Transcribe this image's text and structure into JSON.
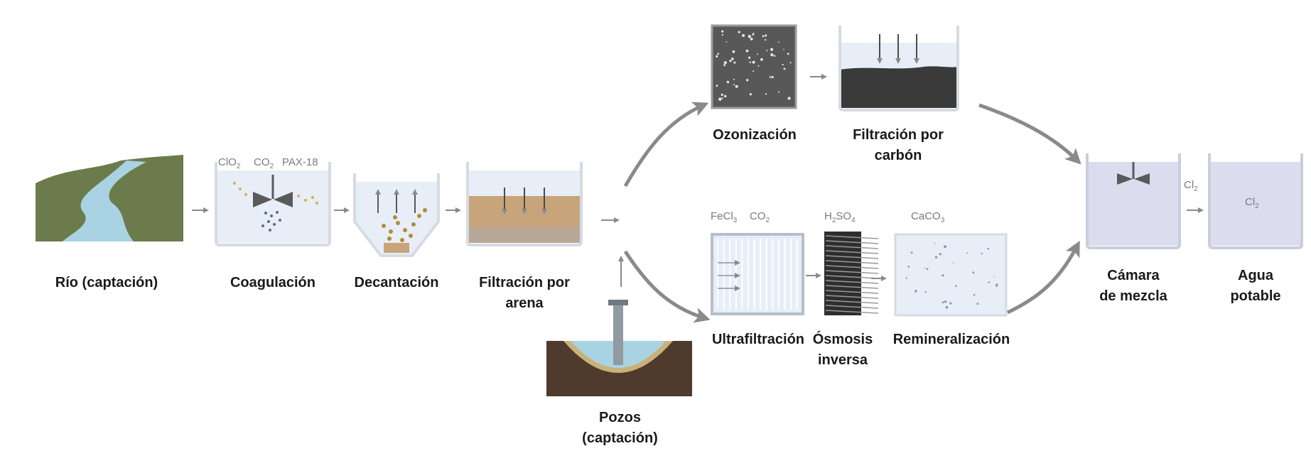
{
  "colors": {
    "arrow": "#8a8a8a",
    "water": "#dfe6f3",
    "tank_border": "#d6dbe2",
    "river_land": "#6b7b4b",
    "river_water": "#a9d3e2",
    "sand": "#c8a47a",
    "carbon": "#3a3a3a",
    "ozone": "#5a5a5a",
    "mix_tank": "#dcdcef",
    "soil": "#4f3a2e"
  },
  "stages": {
    "rio": "Río (captación)",
    "coagulacion": "Coagulación",
    "decantacion": "Decantación",
    "filtracion_arena_1": "Filtración por",
    "filtracion_arena_2": "arena",
    "pozos_1": "Pozos",
    "pozos_2": "(captación)",
    "ozonizacion": "Ozonización",
    "filtracion_carbon_1": "Filtración por",
    "filtracion_carbon_2": "carbón",
    "ultrafiltracion": "Ultrafiltración",
    "osmosis_1": "Ósmosis",
    "osmosis_2": "inversa",
    "remineralizacion": "Remineralización",
    "camara_1": "Cámara",
    "camara_2": "de mezcla",
    "agua_1": "Agua",
    "agua_2": "potable"
  },
  "chemicals": {
    "clo2_base": "ClO",
    "clo2_sub": "2",
    "co2_base": "CO",
    "co2_sub": "2",
    "pax": "PAX-18",
    "fecl3_base": "FeCl",
    "fecl3_sub": "3",
    "co2b_base": "CO",
    "co2b_sub": "2",
    "h2so4_a": "H",
    "h2so4_sub1": "2",
    "h2so4_b": "SO",
    "h2so4_sub2": "4",
    "caco3_base": "CaCO",
    "caco3_sub": "3",
    "cl2_arrow_base": "Cl",
    "cl2_arrow_sub": "2",
    "cl2_tank_base": "Cl",
    "cl2_tank_sub": "2"
  }
}
